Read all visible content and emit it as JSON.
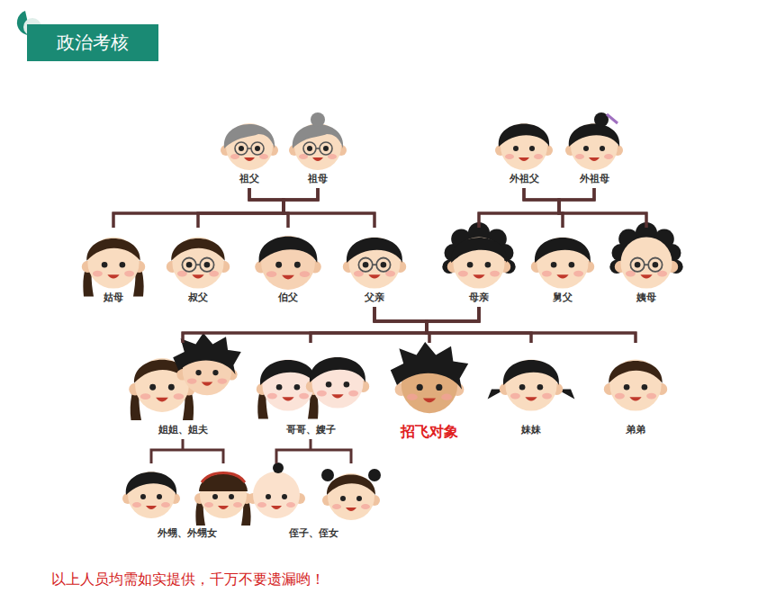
{
  "diagram": {
    "title": "政治考核",
    "nodes": [
      {
        "text": [
          "祖父"
        ]
      },
      {
        "text": [
          "祖母"
        ]
      },
      {
        "text": [
          "外祖父"
        ]
      },
      {
        "text": [
          "外祖母"
        ]
      },
      {
        "text": [
          "姑母"
        ]
      },
      {
        "text": [
          "叔父"
        ]
      },
      {
        "text": [
          "伯父"
        ]
      },
      {
        "text": [
          "父亲"
        ]
      },
      {
        "text": [
          "母亲"
        ]
      },
      {
        "text": [
          "舅父"
        ]
      },
      {
        "text": [
          "姨母"
        ]
      },
      {
        "text": [
          "姐姐、姐夫"
        ]
      },
      {
        "text": [
          "哥哥、嫂子"
        ]
      },
      {
        "text": [
          "招飞对象"
        ]
      },
      {
        "text": [
          "妹妹"
        ]
      },
      {
        "text": [
          "弟弟"
        ]
      },
      {
        "text": [
          "外甥、外甥女"
        ]
      },
      {
        "text": [
          "侄子、侄女"
        ]
      }
    ],
    "edges": [
      {
        "from": 0,
        "to": 4,
        "arrow": "none"
      },
      {
        "from": 0,
        "to": 5,
        "arrow": "none"
      },
      {
        "from": 0,
        "to": 6,
        "arrow": "none"
      },
      {
        "from": 0,
        "to": 7,
        "arrow": "none"
      },
      {
        "from": 1,
        "to": 4,
        "arrow": "none"
      },
      {
        "from": 1,
        "to": 5,
        "arrow": "none"
      },
      {
        "from": 1,
        "to": 6,
        "arrow": "none"
      },
      {
        "from": 1,
        "to": 7,
        "arrow": "none"
      },
      {
        "from": 2,
        "to": 8,
        "arrow": "none"
      },
      {
        "from": 2,
        "to": 9,
        "arrow": "none"
      },
      {
        "from": 2,
        "to": 10,
        "arrow": "none"
      },
      {
        "from": 3,
        "to": 8,
        "arrow": "none"
      },
      {
        "from": 3,
        "to": 9,
        "arrow": "none"
      },
      {
        "from": 3,
        "to": 10,
        "arrow": "none"
      },
      {
        "from": 7,
        "to": 11,
        "arrow": "none"
      },
      {
        "from": 7,
        "to": 12,
        "arrow": "none"
      },
      {
        "from": 7,
        "to": 13,
        "arrow": "none"
      },
      {
        "from": 7,
        "to": 14,
        "arrow": "none"
      },
      {
        "from": 7,
        "to": 15,
        "arrow": "none"
      },
      {
        "from": 8,
        "to": 11,
        "arrow": "none"
      },
      {
        "from": 8,
        "to": 12,
        "arrow": "none"
      },
      {
        "from": 8,
        "to": 13,
        "arrow": "none"
      },
      {
        "from": 8,
        "to": 14,
        "arrow": "none"
      },
      {
        "from": 8,
        "to": 15,
        "arrow": "none"
      },
      {
        "from": 11,
        "to": 16,
        "arrow": "none"
      },
      {
        "from": 12,
        "to": 17,
        "arrow": "none"
      }
    ],
    "labels": [
      "以上人员均需如实提供，千万不要遗漏哟！"
    ]
  }
}
